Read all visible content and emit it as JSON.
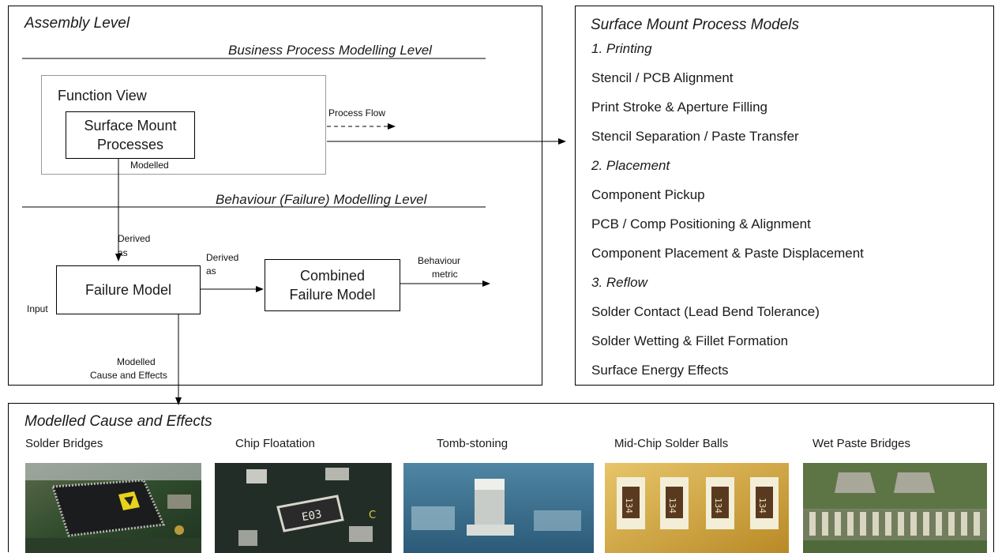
{
  "assembly": {
    "title": "Assembly Level",
    "business_level": "Business Process Modelling Level",
    "behaviour_level": "Behaviour (Failure) Modelling Level",
    "function_view": "Function View",
    "surface_mount_line1": "Surface Mount",
    "surface_mount_line2": "Processes",
    "modelled": "Modelled",
    "process_flow": "Process Flow",
    "derived_as_1_line1": "Derived",
    "derived_as_1_line2": "as",
    "derived_as_2_line1": "Derived",
    "derived_as_2_line2": "as",
    "failure_model": "Failure Model",
    "input": "Input",
    "combined_line1": "Combined",
    "combined_line2": "Failure Model",
    "behaviour_metric_line1": "Behaviour",
    "behaviour_metric_line2": "metric",
    "modelled_ce_line1": "Modelled",
    "modelled_ce_line2": "Cause and Effects"
  },
  "process_models": {
    "title": "Surface Mount Process Models",
    "items": [
      {
        "text": "1. Printing",
        "heading": true
      },
      {
        "text": "Stencil / PCB Alignment",
        "heading": false
      },
      {
        "text": "Print Stroke & Aperture Filling",
        "heading": false
      },
      {
        "text": "Stencil Separation / Paste Transfer",
        "heading": false
      },
      {
        "text": "2. Placement",
        "heading": true
      },
      {
        "text": "Component Pickup",
        "heading": false
      },
      {
        "text": "PCB / Comp Positioning & Alignment",
        "heading": false
      },
      {
        "text": "Component Placement & Paste Displacement",
        "heading": false
      },
      {
        "text": "3. Reflow",
        "heading": true
      },
      {
        "text": "Solder Contact (Lead Bend Tolerance)",
        "heading": false
      },
      {
        "text": "Solder Wetting & Fillet Formation",
        "heading": false
      },
      {
        "text": "Surface Energy Effects",
        "heading": false
      }
    ]
  },
  "cause_effects": {
    "title": "Modelled Cause and Effects",
    "photos": [
      {
        "caption": "Solder Bridges"
      },
      {
        "caption": "Chip Floatation"
      },
      {
        "caption": "Tomb-stoning"
      },
      {
        "caption": "Mid-Chip Solder Balls"
      },
      {
        "caption": "Wet Paste Bridges"
      }
    ]
  }
}
